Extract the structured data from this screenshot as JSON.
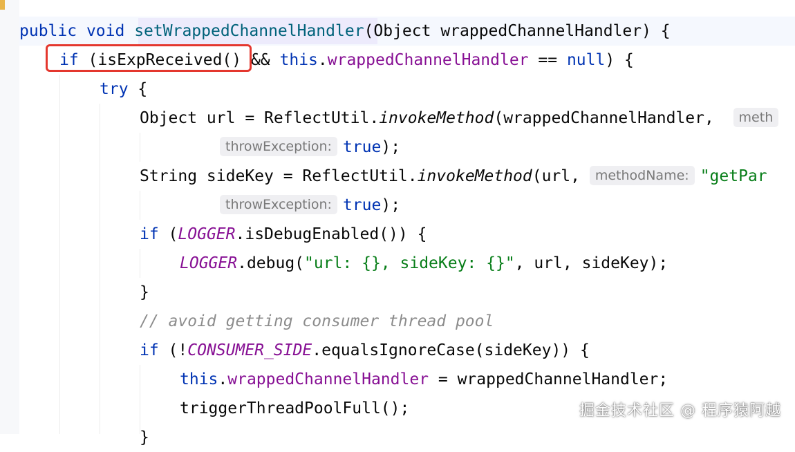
{
  "editor": {
    "lines": [
      {
        "tokens": [
          "public",
          " ",
          "void",
          " ",
          "setWrappedChannelHandler",
          "(Object wrappedChannelHandler) {"
        ]
      },
      {
        "tokens": [
          "if",
          " (isExpReceived() && ",
          "this",
          ".",
          "wrappedChannelHandler",
          " == ",
          "null",
          ") {"
        ]
      },
      {
        "tokens": [
          "try",
          " {"
        ]
      },
      {
        "tokens": [
          "Object url = ReflectUtil.",
          "invokeMethod",
          "(wrappedChannelHandler,  ",
          "meth"
        ]
      },
      {
        "tokens": [
          "throwException:",
          "true",
          ");"
        ]
      },
      {
        "tokens": [
          "String sideKey = ReflectUtil.",
          "invokeMethod",
          "(url, ",
          "methodName:",
          "\"getPar"
        ]
      },
      {
        "tokens": [
          "throwException:",
          "true",
          ");"
        ]
      },
      {
        "tokens": [
          "if",
          " (",
          "LOGGER",
          ".isDebugEnabled()) {"
        ]
      },
      {
        "tokens": [
          "LOGGER",
          ".debug(",
          "\"url: {}, sideKey: {}\"",
          ", url, sideKey);"
        ]
      },
      {
        "tokens": [
          "}"
        ]
      },
      {
        "tokens": [
          "// avoid getting consumer thread pool"
        ]
      },
      {
        "tokens": [
          "if",
          " (!",
          "CONSUMER_SIDE",
          ".equalsIgnoreCase(sideKey)) {"
        ]
      },
      {
        "tokens": [
          "this",
          ".",
          "wrappedChannelHandler",
          " = wrappedChannelHandler;"
        ]
      },
      {
        "tokens": [
          "triggerThreadPoolFull();"
        ]
      },
      {
        "tokens": [
          "}"
        ]
      }
    ]
  },
  "annotation": {
    "label": "highlight-box"
  },
  "watermark": {
    "text": "掘金技术社区 @ 程序猿阿越"
  },
  "colors": {
    "keyword": "#0033b3",
    "method_decl": "#00627a",
    "field": "#871094",
    "string": "#067d17",
    "comment": "#8c8c8c",
    "highlight_border": "#e4372e"
  }
}
